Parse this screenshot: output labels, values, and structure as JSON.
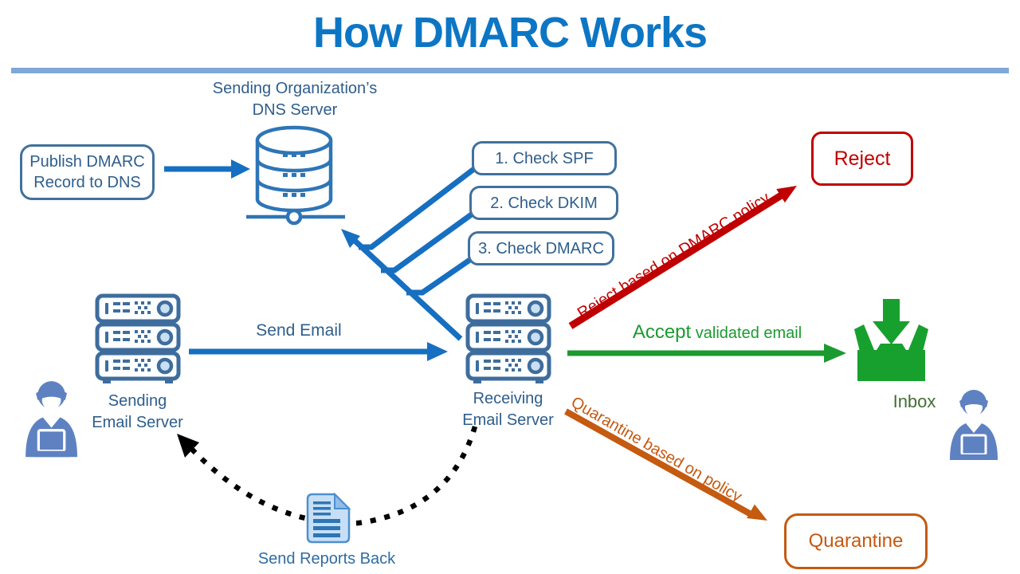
{
  "title": "How DMARC Works",
  "dns": {
    "label_line1": "Sending Organization’s",
    "label_line2": "DNS Server"
  },
  "publish_box": {
    "line1": "Publish DMARC",
    "line2": "Record to DNS"
  },
  "checks": [
    {
      "label": "1. Check SPF"
    },
    {
      "label": "2. Check DKIM"
    },
    {
      "label": "3. Check DMARC"
    }
  ],
  "servers": {
    "sending_line1": "Sending",
    "sending_line2": "Email Server",
    "receiving_line1": "Receiving",
    "receiving_line2": "Email Server"
  },
  "flows": {
    "send_email": "Send Email",
    "reject_arrow": "Reject based on DMARC policy",
    "accept_main": "Accept",
    "accept_sub": " validated email",
    "quarantine_arrow": "Quarantine based on policy",
    "send_reports": "Send Reports Back"
  },
  "outcomes": {
    "reject": "Reject",
    "inbox": "Inbox",
    "quarantine": "Quarantine"
  },
  "colors": {
    "title_blue": "#0D76C4",
    "underline_blue": "#7FA8D7",
    "arrow_blue": "#166FC0",
    "steel_border": "#41719C",
    "steel_text": "#2E5E8C",
    "reject_red": "#C00000",
    "accept_green": "#1B9A2F",
    "inbox_icon_green": "#17A02E",
    "inbox_text_green": "#426E36",
    "quarantine_orange": "#C55A11",
    "person_blue": "#5E81C1",
    "server_blue": "#3E6D9D",
    "dns_blue": "#2E75B6",
    "report_arrow_black": "#000000"
  }
}
